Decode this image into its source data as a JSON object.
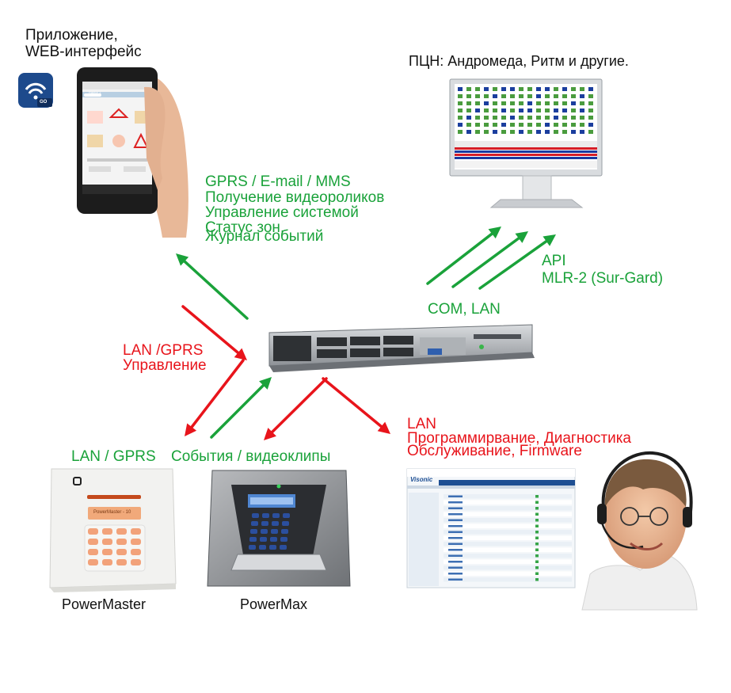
{
  "colors": {
    "green": "#1aa23a",
    "red": "#e8141b",
    "text": "#111111"
  },
  "labels": {
    "app_line1": "Приложение,",
    "app_line2": "WEB-интерфейс",
    "pcn": "ПЦН:  Андромеда, Ритм и другие.",
    "gprs_features": [
      "GPRS / E-mail / MMS",
      "Получение видеороликов",
      "Управление системой",
      "Статус зон,",
      "Журнал событий"
    ],
    "api": "API",
    "mlr": "MLR-2 (Sur-Gard)",
    "com_lan": "COM, LAN",
    "lan_gprs_ctrl": [
      "LAN /GPRS",
      "Управление"
    ],
    "lan_service": [
      "LAN",
      "Программирвание, Диагностика",
      "Обслуживание, Firmware"
    ],
    "lan_gprs_bottom": "LAN / GPRS",
    "events": "События / видеоклипы",
    "powermaster": "PowerMaster",
    "powermax": "PowerMax",
    "phone_tab": "Raptor 1",
    "powermaster_display": "PowerMaster - 10",
    "software_logo": "Visonic",
    "app_logo_badge": "GO"
  },
  "icons": {
    "app_logo": "wifi-icon",
    "phone": "smartphone-icon",
    "monitor": "monitor-icon",
    "server": "server-icon",
    "panel_white": "control-panel-icon",
    "panel_grey": "keypad-icon",
    "software": "software-window-icon",
    "operator": "operator-headset-icon"
  }
}
